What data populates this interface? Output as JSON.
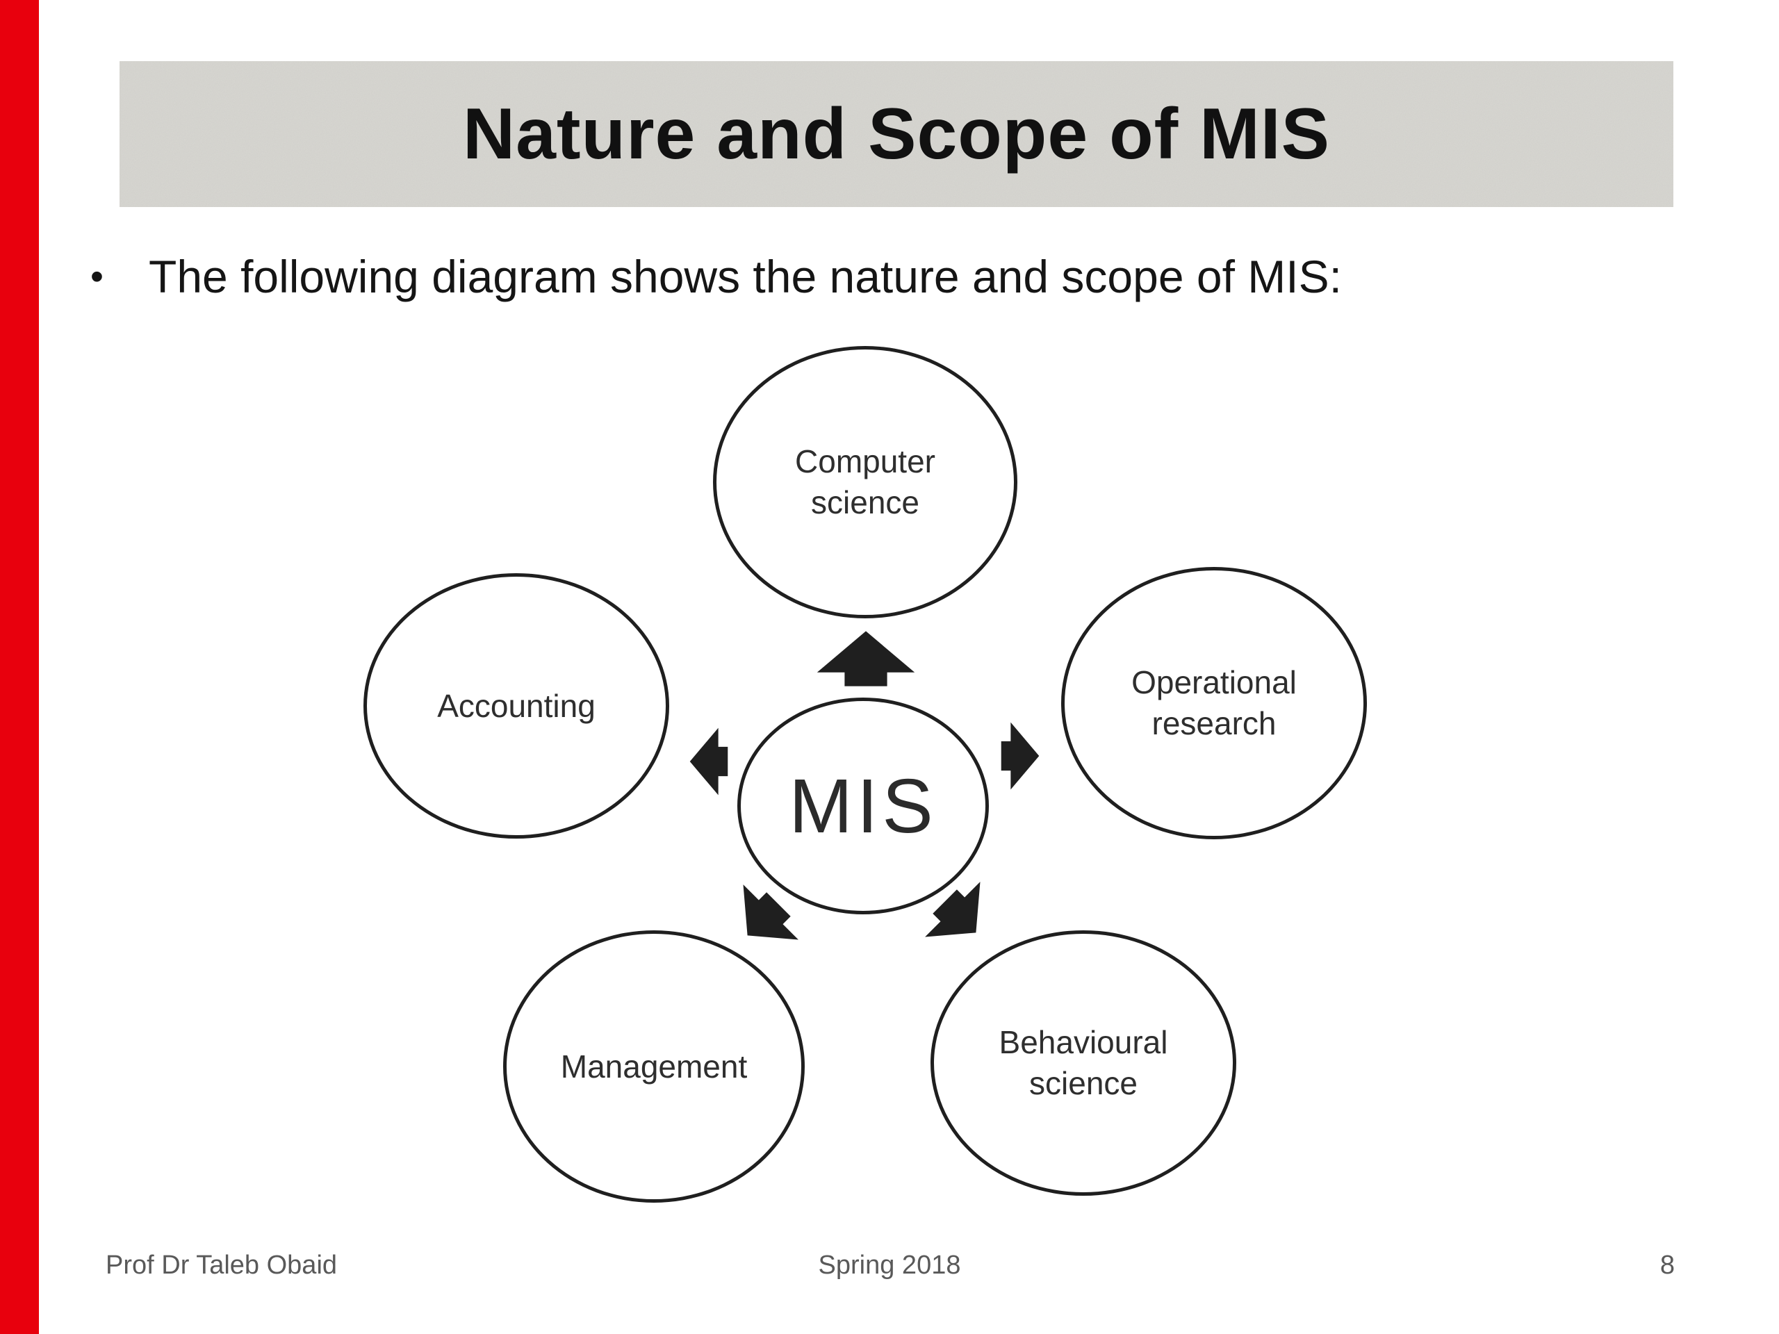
{
  "slide": {
    "title": "Nature and Scope of MIS",
    "bullet_marker": "•",
    "bullet": "The following diagram shows the nature and scope of MIS:",
    "footer": {
      "author": "Prof Dr Taleb Obaid",
      "term": "Spring 2018",
      "page_number": "8"
    }
  },
  "diagram": {
    "center": {
      "label": "MIS"
    },
    "nodes": [
      {
        "id": "computer-science",
        "line1": "Computer",
        "line2": "science"
      },
      {
        "id": "accounting",
        "line1": "Accounting",
        "line2": ""
      },
      {
        "id": "operational-research",
        "line1": "Operational",
        "line2": "research"
      },
      {
        "id": "management",
        "line1": "Management",
        "line2": ""
      },
      {
        "id": "behavioural-science",
        "line1": "Behavioural",
        "line2": "science"
      }
    ],
    "arrows": [
      "up",
      "left",
      "right",
      "down-left",
      "down-right"
    ]
  },
  "colors": {
    "accent_bar": "#e8000d",
    "header_bg": "#d8d7d2",
    "title_text": "#111111",
    "body_text": "#151515",
    "diagram_stroke": "#1f1f1f",
    "footer_text": "#595959"
  }
}
